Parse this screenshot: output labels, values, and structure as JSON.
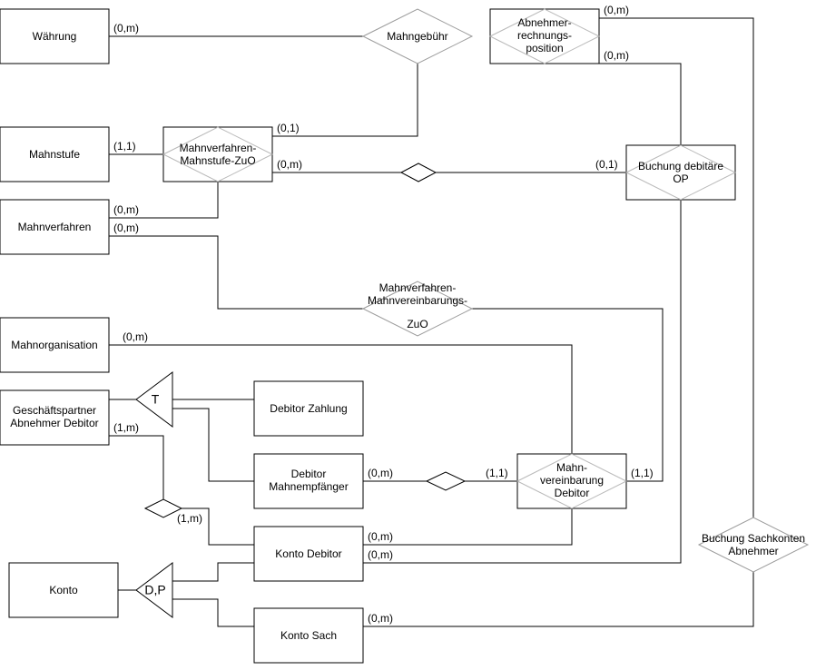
{
  "entities": {
    "waehrung": "Währung",
    "mahnstufe": "Mahnstufe",
    "mahnverfahren": "Mahnverfahren",
    "mahnverfahren_mahnstufe_zuo": [
      "Mahnverfahren-",
      "Mahnstufe-ZuO"
    ],
    "abnehmer_rechnungsposition": [
      "Abnehmer-",
      "rechnungs-",
      "position"
    ],
    "buchung_debitaere_op": [
      "Buchung debitäre",
      "OP"
    ],
    "mahnorganisation": "Mahnorganisation",
    "geschaeftspartner_abnehmer_debitor": [
      "Geschäftspartner",
      "Abnehmer Debitor"
    ],
    "debitor_zahlung": "Debitor Zahlung",
    "debitor_mahnempfaenger": [
      "Debitor",
      "Mahnempfänger"
    ],
    "mahnvereinbarung_debitor": [
      "Mahn-",
      "vereinbarung",
      "Debitor"
    ],
    "konto_debitor": "Konto Debitor",
    "konto": "Konto",
    "konto_sach": "Konto Sach"
  },
  "relationships": {
    "mahngebuehr": "Mahngebühr",
    "mahnverfahren_mahnvereinbarungs_zuo": [
      "Mahnverfahren-",
      "Mahnvereinbarungs-",
      "ZuO"
    ],
    "buchung_sachkonten_abnehmer": [
      "Buchung Sachkonten",
      "Abnehmer"
    ]
  },
  "generalizations": {
    "geschaeftspartner_type": "T",
    "konto_type": "D,P"
  },
  "cardinalities": {
    "waehrung_mahngebuehr": "(0,m)",
    "mahnstufe_zuo": "(1,1)",
    "zuo_mahngebuehr": "(0,1)",
    "zuo_buchung": "(0,m)",
    "buchung_zuo": "(0,1)",
    "mahnverfahren_zuo": "(0,m)",
    "mahnverfahren_vereinbarung": "(0,m)",
    "abnehmer_top": "(0,m)",
    "abnehmer_bottom": "(0,m)",
    "mahnorganisation": "(0,m)",
    "geschaeftspartner_konto": "(1,m)",
    "konto_debitor_partner": "(1,m)",
    "mahnempfaenger": "(0,m)",
    "vereinbarung_left": "(1,1)",
    "vereinbarung_right": "(1,1)",
    "konto_debitor_vereinbarung": "(0,m)",
    "konto_debitor_buchung": "(0,m)",
    "konto_sach": "(0,m)"
  }
}
